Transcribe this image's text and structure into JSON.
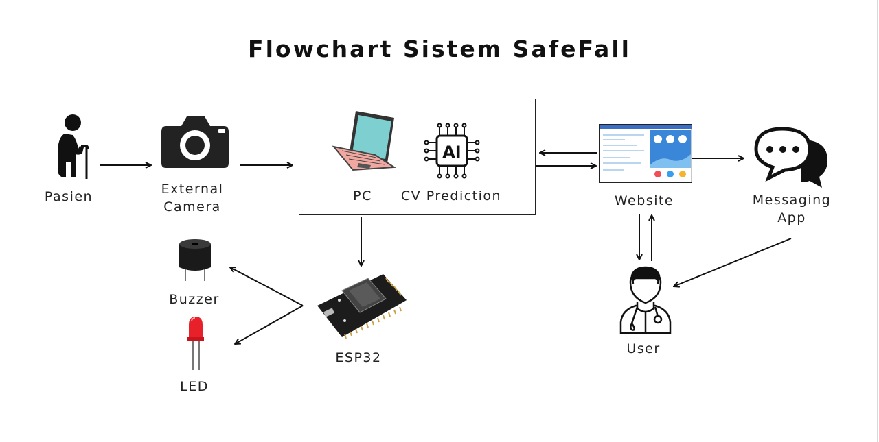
{
  "title": "Flowchart Sistem SafeFall",
  "nodes": {
    "pasien": "Pasien",
    "camera": "External\nCamera",
    "pc": "PC",
    "cv": "CV Prediction",
    "ai_chip_text": "AI",
    "website": "Website",
    "messaging": "Messaging\nApp",
    "buzzer": "Buzzer",
    "led": "LED",
    "esp32": "ESP32",
    "user": "User"
  },
  "colors": {
    "laptop_screen": "#7ecfd0",
    "laptop_body": "#f0a8a0",
    "led_red": "#e8202a",
    "website_accent": "#3a86d8"
  }
}
